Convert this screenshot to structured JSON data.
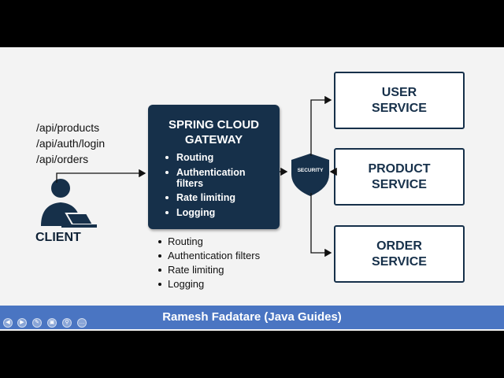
{
  "client": {
    "api_paths": [
      "/api/products",
      "/api/auth/login",
      "/api/orders"
    ],
    "label": "CLIENT",
    "icon": "user-laptop-icon"
  },
  "gateway": {
    "title_line1": "SPRING CLOUD",
    "title_line2": "GATEWAY",
    "features": [
      "Routing",
      "Authentication filters",
      "Rate limiting",
      "Logging"
    ]
  },
  "lower_features": [
    "Routing",
    "Authentication filters",
    "Rate limiting",
    "Logging"
  ],
  "security": {
    "label": "SECURITY",
    "icon": "shield-icon"
  },
  "services": [
    {
      "line1": "USER",
      "line2": "SERVICE"
    },
    {
      "line1": "PRODUCT",
      "line2": "SERVICE"
    },
    {
      "line1": "ORDER",
      "line2": "SERVICE"
    }
  ],
  "footer": {
    "text": "Ramesh Fadatare (Java Guides)"
  },
  "colors": {
    "navy": "#16304a",
    "footer_blue": "#4a75c2",
    "background": "#f3f3f3"
  }
}
